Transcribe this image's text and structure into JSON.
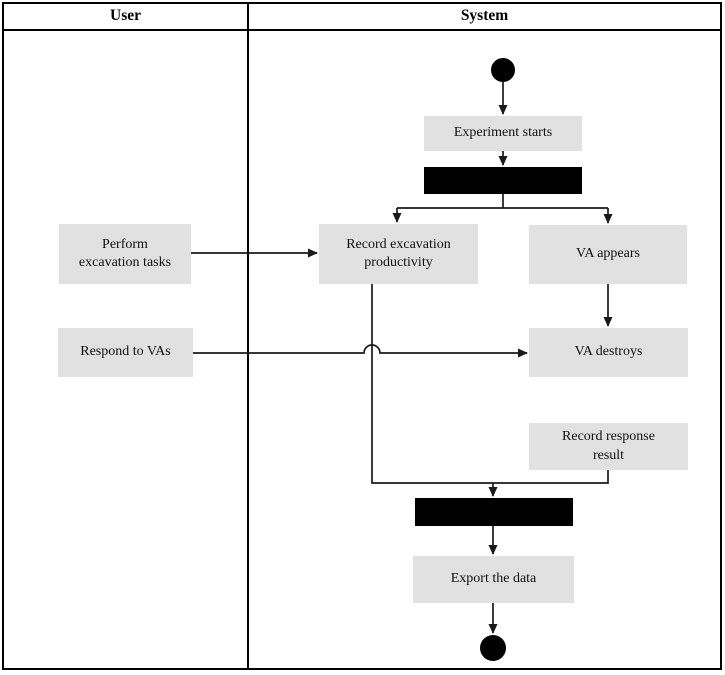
{
  "lanes": [
    "User",
    "System"
  ],
  "nodes": {
    "experiment_starts": "Experiment starts",
    "perform_excavation_tasks": "Perform\nexcavation tasks",
    "record_excavation_productivity": "Record excavation\nproductivity",
    "va_appears": "VA appears",
    "respond_to_vas": "Respond to VAs",
    "va_destroys": "VA destroys",
    "record_response_result": "Record response\nresult",
    "export_the_data": "Export the data"
  },
  "colors": {
    "node_fill": "#e1e1e1",
    "bar_fill": "#000000",
    "node_fill_color_note": "light gray activity boxes",
    "line": "#1a1a1a",
    "frame_border": "#000000",
    "background": "#ffffff"
  }
}
